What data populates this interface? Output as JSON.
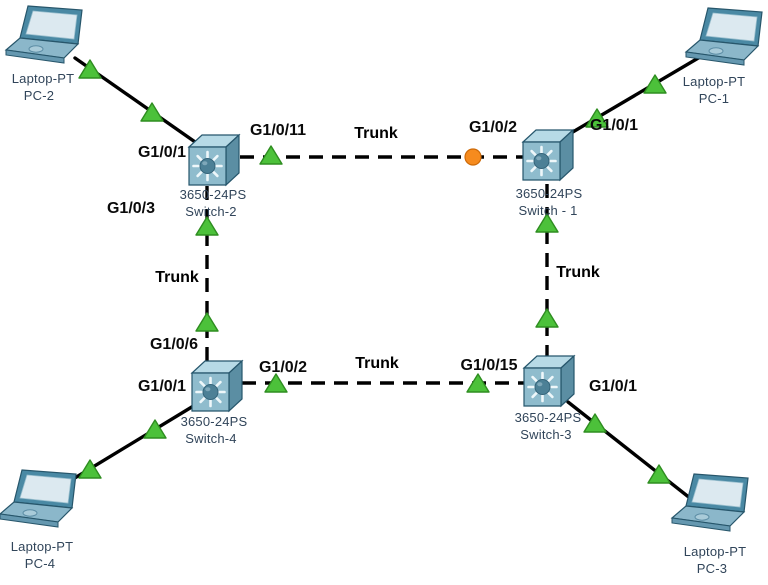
{
  "devices": {
    "pc1": {
      "type": "Laptop-PT",
      "name": "PC-1"
    },
    "pc2": {
      "type": "Laptop-PT",
      "name": "PC-2"
    },
    "pc3": {
      "type": "Laptop-PT",
      "name": "PC-3"
    },
    "pc4": {
      "type": "Laptop-PT",
      "name": "PC-4"
    },
    "switch1": {
      "model": "3650-24PS",
      "name": "Switch - 1"
    },
    "switch2": {
      "model": "3650-24PS",
      "name": "Switch-2"
    },
    "switch3": {
      "model": "3650-24PS",
      "name": "Switch-3"
    },
    "switch4": {
      "model": "3650-24PS",
      "name": "Switch-4"
    }
  },
  "ports": {
    "switch2_to_pc2": "G1/0/1",
    "switch2_to_switch1": "G1/0/11",
    "switch1_to_switch2": "G1/0/2",
    "switch1_to_pc1": "G1/0/1",
    "switch2_to_switch4": "G1/0/3",
    "switch4_to_switch2": "G1/0/6",
    "switch4_to_pc4": "G1/0/1",
    "swit4_placeholder": "",
    "switch4_to_switch3": "G1/0/2",
    "switch3_to_switch4": "G1/0/15",
    "switch3_to_pc3": "G1/0/1"
  },
  "trunks": {
    "top_label": "Trunk",
    "left_label": "Trunk",
    "right_label": "Trunk",
    "bottom_label": "Trunk"
  },
  "colors": {
    "link_up": "#4cc13a",
    "link_amber": "#f68b1e",
    "cable": "#000000",
    "switch_front": "#8fbccd",
    "laptop_frame": "#4a89a4"
  }
}
